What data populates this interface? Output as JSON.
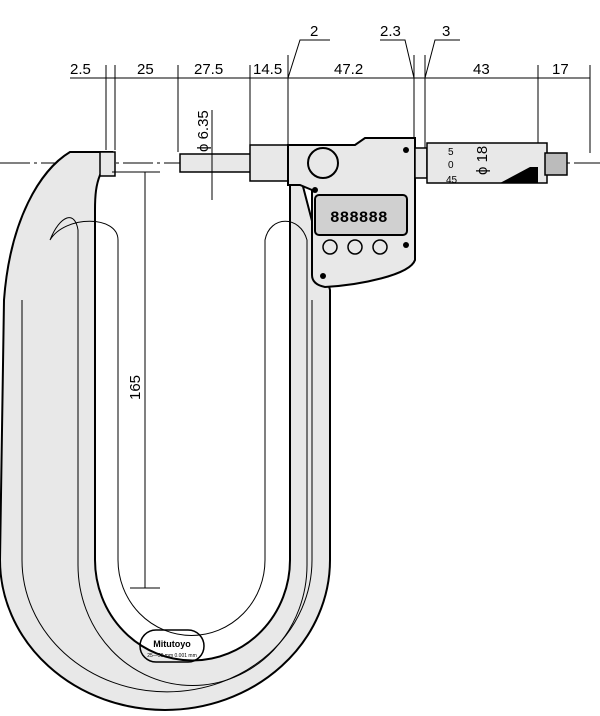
{
  "diagram": {
    "top_dimensions": [
      "2.5",
      "25",
      "27.5",
      "14.5",
      "47.2",
      "43",
      "17"
    ],
    "upper_dimensions": [
      "2",
      "2.3",
      "3"
    ],
    "spindle_diameter": "ϕ 6.35",
    "thimble_diameter": "ϕ 18",
    "depth_dimension": "165",
    "thimble_scale": [
      "5",
      "0",
      "45"
    ],
    "logo": {
      "brand": "Mitutoyo",
      "spec": "25—50 mm 0.001 mm"
    },
    "colors": {
      "frame": "#e8e8e8",
      "line": "#000000",
      "display": "#d0d0d0"
    }
  }
}
